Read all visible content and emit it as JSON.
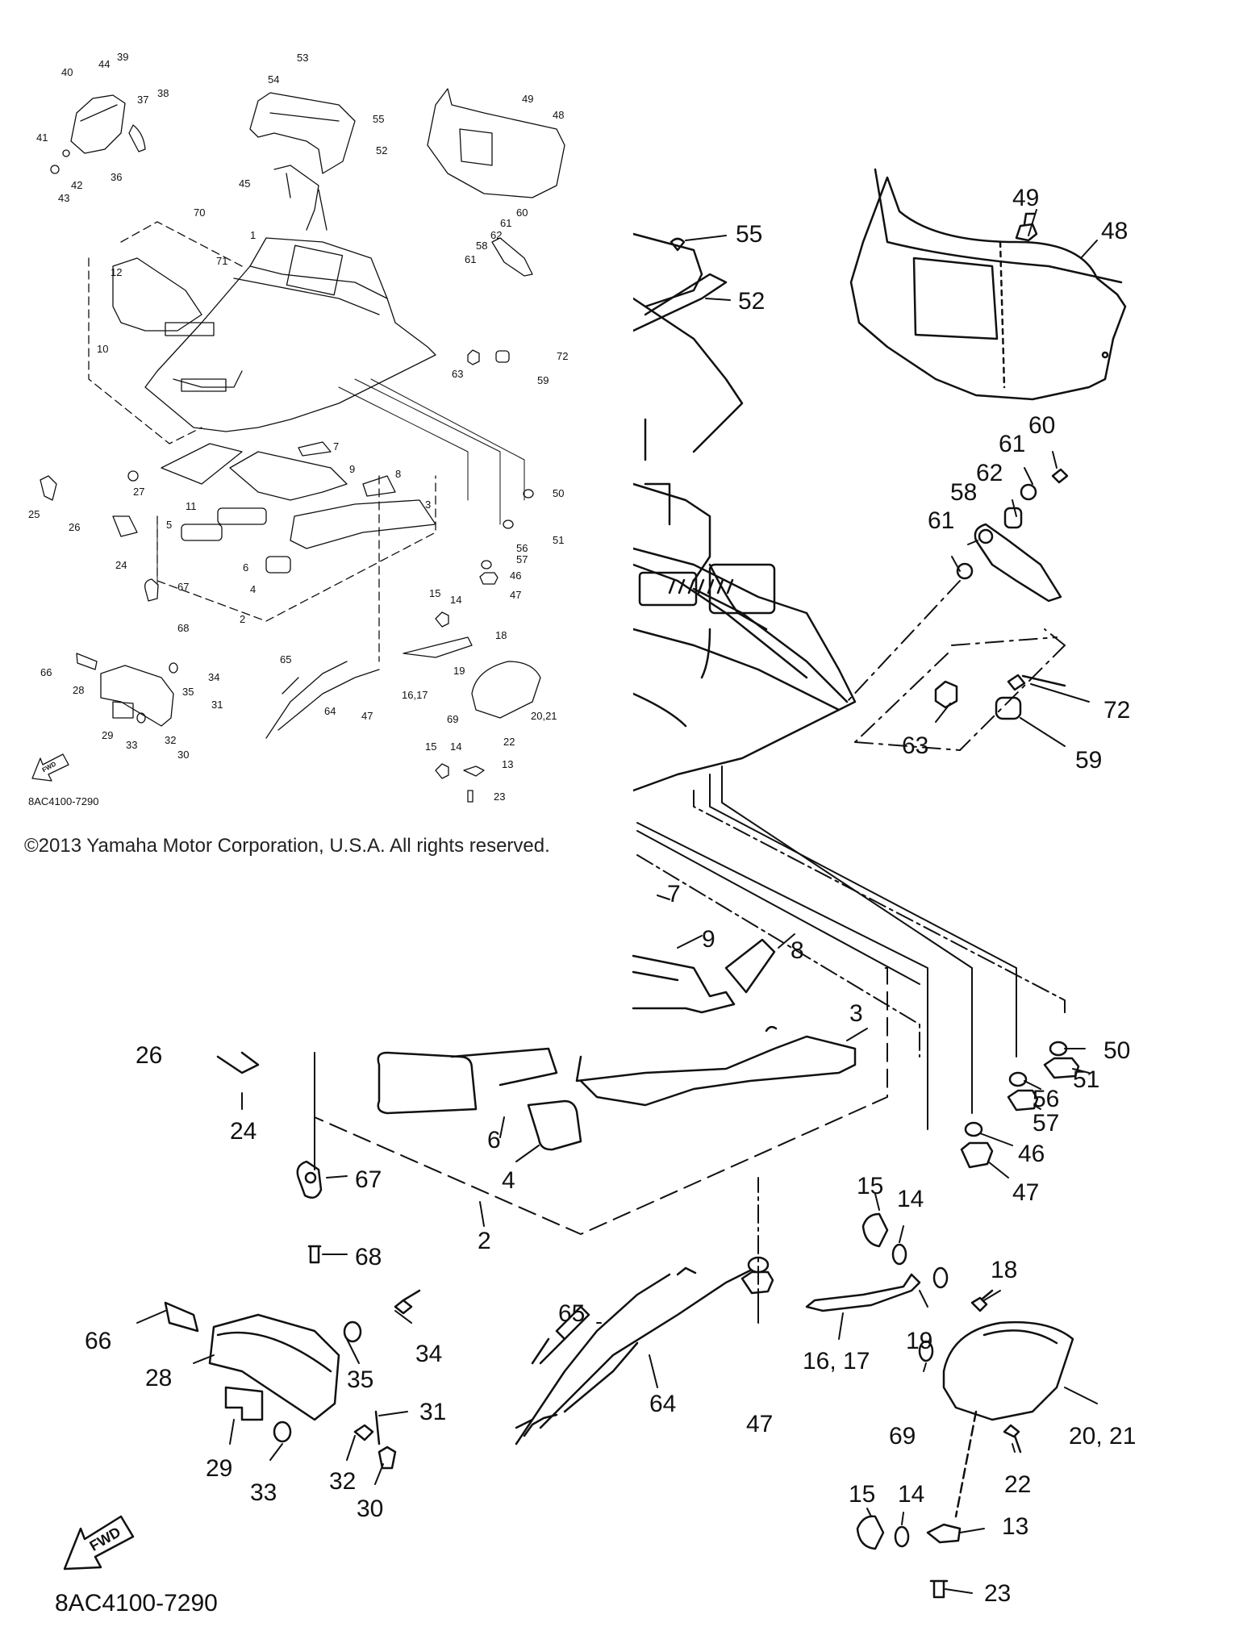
{
  "diagram": {
    "code": "8AC4100-7290",
    "fwd_label": "FWD",
    "copyright": "©2013 Yamaha Motor Corporation, U.S.A. All rights reserved.",
    "parts_large": [
      {
        "n": "55"
      },
      {
        "n": "52"
      },
      {
        "n": "49"
      },
      {
        "n": "48"
      },
      {
        "n": "60"
      },
      {
        "n": "61a"
      },
      {
        "n": "62"
      },
      {
        "n": "58"
      },
      {
        "n": "61b"
      },
      {
        "n": "63"
      },
      {
        "n": "72"
      },
      {
        "n": "59"
      },
      {
        "n": "7"
      },
      {
        "n": "9"
      },
      {
        "n": "8"
      },
      {
        "n": "3"
      },
      {
        "n": "26"
      },
      {
        "n": "24"
      },
      {
        "n": "6"
      },
      {
        "n": "4"
      },
      {
        "n": "2"
      },
      {
        "n": "67"
      },
      {
        "n": "68"
      },
      {
        "n": "50"
      },
      {
        "n": "51"
      },
      {
        "n": "56"
      },
      {
        "n": "57"
      },
      {
        "n": "46"
      },
      {
        "n": "47a"
      },
      {
        "n": "15a"
      },
      {
        "n": "14a"
      },
      {
        "n": "18"
      },
      {
        "n": "19"
      },
      {
        "n": "16,17"
      },
      {
        "n": "20,21"
      },
      {
        "n": "69"
      },
      {
        "n": "22"
      },
      {
        "n": "15b"
      },
      {
        "n": "14b"
      },
      {
        "n": "13"
      },
      {
        "n": "23"
      },
      {
        "n": "65"
      },
      {
        "n": "64"
      },
      {
        "n": "47b"
      },
      {
        "n": "66"
      },
      {
        "n": "28"
      },
      {
        "n": "35"
      },
      {
        "n": "34"
      },
      {
        "n": "31"
      },
      {
        "n": "29"
      },
      {
        "n": "33"
      },
      {
        "n": "32"
      },
      {
        "n": "30"
      }
    ],
    "labels": {
      "l55": "55",
      "l52": "52",
      "l49": "49",
      "l48": "48",
      "l60": "60",
      "l61a": "61",
      "l62": "62",
      "l58": "58",
      "l61b": "61",
      "l63": "63",
      "l72": "72",
      "l59": "59",
      "l7": "7",
      "l9": "9",
      "l8": "8",
      "l3": "3",
      "l26": "26",
      "l24": "24",
      "l6": "6",
      "l4": "4",
      "l2": "2",
      "l67": "67",
      "l68": "68",
      "l50": "50",
      "l51": "51",
      "l56": "56",
      "l57": "57",
      "l46": "46",
      "l47a": "47",
      "l15a": "15",
      "l14a": "14",
      "l18": "18",
      "l19": "19",
      "l1617": "16, 17",
      "l2021": "20, 21",
      "l69": "69",
      "l22": "22",
      "l15b": "15",
      "l14b": "14",
      "l13": "13",
      "l23": "23",
      "l65": "65",
      "l64": "64",
      "l47b": "47",
      "l66": "66",
      "l28": "28",
      "l35": "35",
      "l34": "34",
      "l31": "31",
      "l29": "29",
      "l33": "33",
      "l32": "32",
      "l30": "30"
    },
    "inset_labels": {
      "i40": "40",
      "i44": "44",
      "i39": "39",
      "i37": "37",
      "i38": "38",
      "i41": "41",
      "i36": "36",
      "i42": "42",
      "i43": "43",
      "i53": "53",
      "i54": "54",
      "i55": "55",
      "i52": "52",
      "i49": "49",
      "i48": "48",
      "i45": "45",
      "i70": "70",
      "i71": "71",
      "i1": "1",
      "i12": "12",
      "i10": "10",
      "i60": "60",
      "i61a": "61",
      "i62": "62",
      "i58": "58",
      "i61b": "61",
      "i72": "72",
      "i63": "63",
      "i59": "59",
      "i7": "7",
      "i9": "9",
      "i8": "8",
      "i3": "3",
      "i11": "11",
      "i25": "25",
      "i26": "26",
      "i27": "27",
      "i24": "24",
      "i5": "5",
      "i6": "6",
      "i4": "4",
      "i2": "2",
      "i67": "67",
      "i68": "68",
      "i50": "50",
      "i51": "51",
      "i56": "56",
      "i57": "57",
      "i46": "46",
      "i47a": "47",
      "i15a": "15",
      "i14a": "14",
      "i18": "18",
      "i65": "65",
      "i1617": "16,17",
      "i19": "19",
      "i2021": "20,21",
      "i69": "69",
      "i22": "22",
      "i64": "64",
      "i47b": "47",
      "i15b": "15",
      "i14b": "14",
      "i13": "13",
      "i23": "23",
      "i66": "66",
      "i28": "28",
      "i35": "35",
      "i34": "34",
      "i31": "31",
      "i29": "29",
      "i33": "33",
      "i32": "32",
      "i30": "30"
    }
  }
}
